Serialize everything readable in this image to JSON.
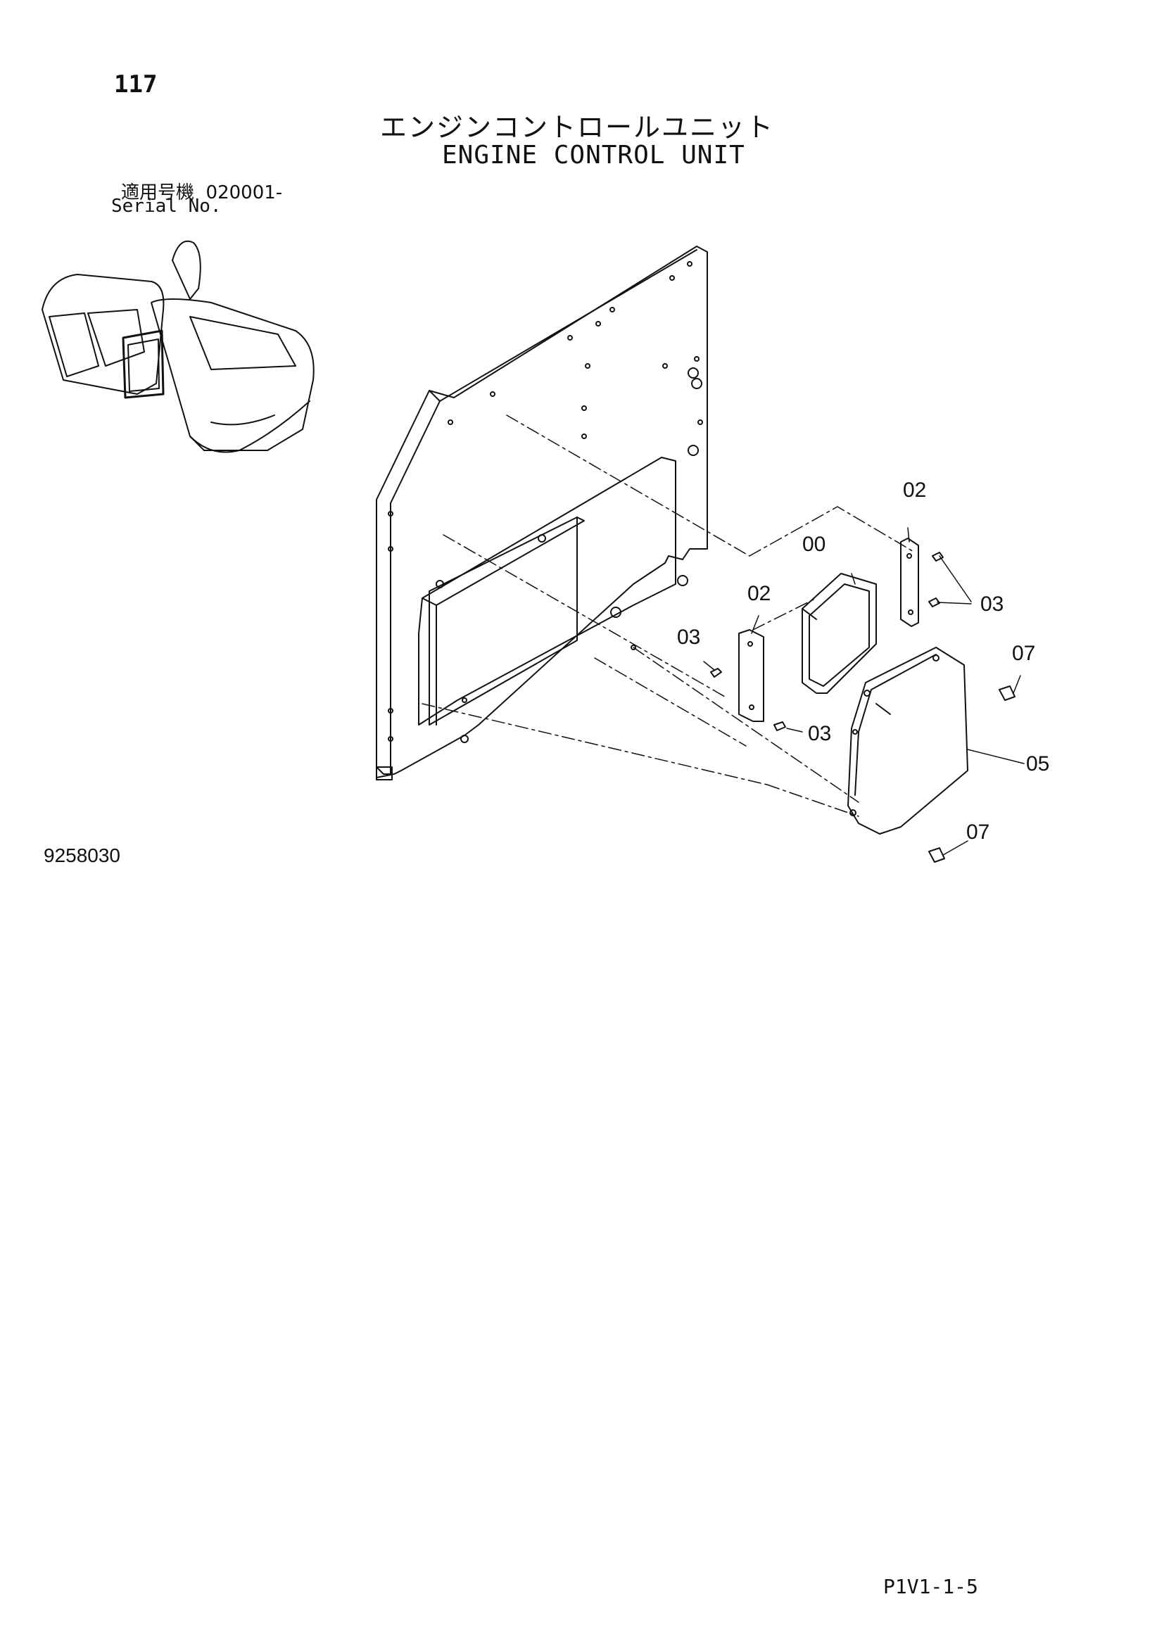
{
  "header": {
    "page_number": "117",
    "title_ja": "エンジンコントロールユニット",
    "title_en": "ENGINE CONTROL UNIT",
    "serial_label_ja": "適用号機",
    "serial_range": "020001-",
    "serial_label_en": "Serial No."
  },
  "diagram": {
    "callouts": [
      "00",
      "02",
      "02",
      "03",
      "03",
      "03",
      "05",
      "07",
      "07"
    ]
  },
  "footer": {
    "drawing_number": "9258030",
    "page_reference": "P1V1-1-5"
  }
}
